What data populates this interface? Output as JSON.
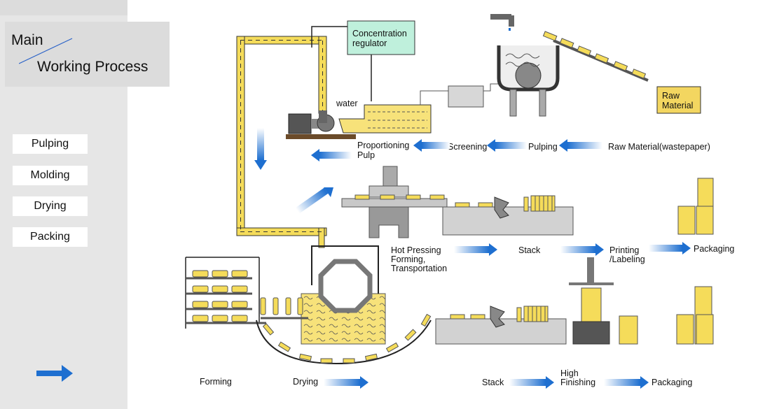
{
  "title": {
    "main": "Main",
    "sub": "Working Process"
  },
  "nav": [
    {
      "label": "Pulping"
    },
    {
      "label": "Molding"
    },
    {
      "label": "Drying"
    },
    {
      "label": "Packing"
    }
  ],
  "diagram": {
    "concentration_regulator": [
      "Concentration",
      "regulator"
    ],
    "water": "water",
    "raw_material_box": [
      "Raw",
      "Material"
    ],
    "raw_material_wastepaper": "Raw Material(wastepaper)",
    "pulping": "Pulping",
    "screening": "Screening",
    "proportioning_pulp": [
      "Proportioning",
      "Pulp"
    ],
    "hot_pressing": [
      "Hot Pressing",
      "Forming,",
      "Transportation"
    ],
    "stack_top": "Stack",
    "printing_labeling": [
      "Printing",
      "/Labeling"
    ],
    "packaging_top": "Packaging",
    "forming": "Forming",
    "drying": "Drying",
    "stack_bottom": "Stack",
    "high_finishing": [
      "High",
      "Finishing"
    ],
    "packaging_bottom": "Packaging"
  },
  "colors": {
    "arrow_blue": "#1e6fd0",
    "tray_yellow": "#f5dc5a",
    "regulator_green": "#bff0dc",
    "raw_box": "#f3d660"
  }
}
